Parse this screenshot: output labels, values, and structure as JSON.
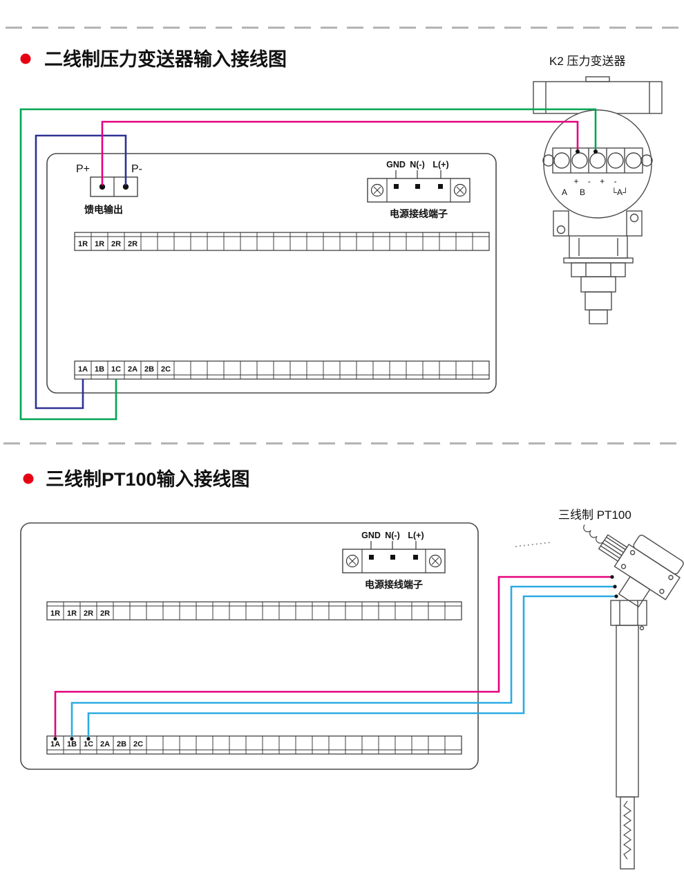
{
  "colors": {
    "wire_green": "#00a551",
    "wire_magenta": "#e5007d",
    "wire_navy": "#2e3192",
    "wire_cyan": "#2aabe2",
    "bullet_red": "#e60012",
    "outline": "#4a4a4a"
  },
  "section1": {
    "title": "二线制压力变送器输入接线图",
    "device_label": "K2  压力变送器",
    "feed_block": {
      "p_plus": "P+",
      "p_minus": "P-",
      "caption": "馈电输出"
    },
    "power_block": {
      "gnd": "GND",
      "n": "N(-)",
      "l": "L(+)",
      "caption": "电源接线端子"
    },
    "strip_r": [
      "1R",
      "1R",
      "2R",
      "2R"
    ],
    "strip_abc": [
      "1A",
      "1B",
      "1C",
      "2A",
      "2B",
      "2C"
    ],
    "transmitter_marks": {
      "pm": "+  -  +  -",
      "a": "A",
      "b": "B",
      "a_bracket": "└A┘"
    }
  },
  "section2": {
    "title": "三线制PT100输入接线图",
    "device_label": "三线制  PT100",
    "power_block": {
      "gnd": "GND",
      "n": "N(-)",
      "l": "L(+)",
      "caption": "电源接线端子"
    },
    "strip_r": [
      "1R",
      "1R",
      "2R",
      "2R"
    ],
    "strip_abc": [
      "1A",
      "1B",
      "1C",
      "2A",
      "2B",
      "2C"
    ]
  }
}
